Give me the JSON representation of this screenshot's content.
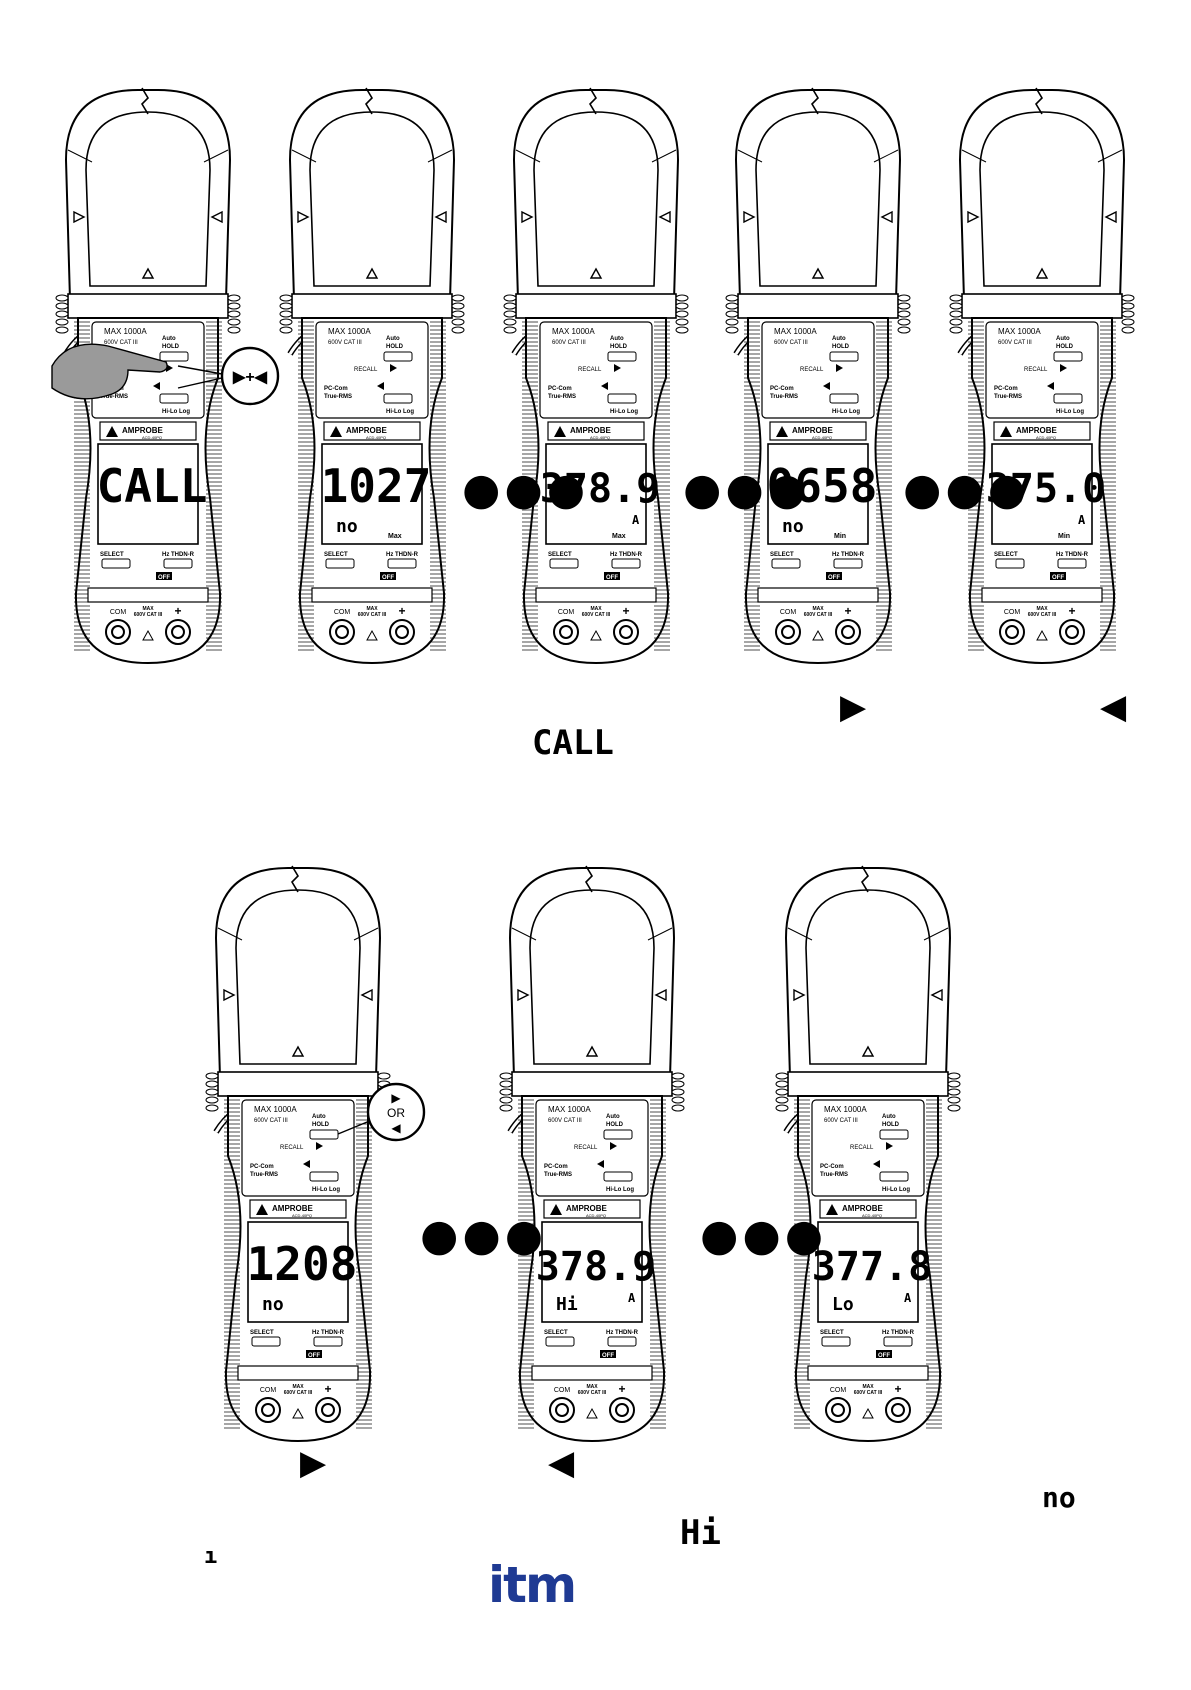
{
  "meter": {
    "max_rating": "MAX 1000A",
    "cat_rating": "600V CAT III",
    "auto_label": "Auto",
    "hold_label": "HOLD",
    "recall_label": "RECALL",
    "pc_com_label": "PC-Com",
    "true_rms_label": "True-RMS",
    "hilo_label": "Hi-Lo Log",
    "brand": "AMPROBE",
    "model": "ACD-40PQ",
    "select_label": "SELECT",
    "hz_label": "Hz THDN-R",
    "off_label": "OFF",
    "com_label": "COM",
    "jack_max_label": "MAX",
    "jack_cat_label": "600V CAT III",
    "plus_label": "+"
  },
  "top_row": [
    {
      "main": "CALL",
      "sub": "",
      "tag": "",
      "unit": "",
      "tilde": false,
      "press": "finger"
    },
    {
      "main": "1027",
      "sub": "no",
      "tag": "Max",
      "unit": "",
      "tilde": false,
      "press": ""
    },
    {
      "main": "378.9",
      "sub": "",
      "tag": "Max",
      "unit": "A",
      "tilde": true,
      "press": ""
    },
    {
      "main": "0658",
      "sub": "no",
      "tag": "Min",
      "unit": "",
      "tilde": false,
      "press": ""
    },
    {
      "main": "375.0",
      "sub": "",
      "tag": "Min",
      "unit": "A",
      "tilde": true,
      "press": ""
    }
  ],
  "bottom_row": [
    {
      "main": "1208",
      "sub": "no",
      "tag": "",
      "unit": "",
      "tilde": false,
      "press": "or"
    },
    {
      "main": "378.9",
      "sub": "Hi",
      "tag": "",
      "unit": "A",
      "tilde": true,
      "press": ""
    },
    {
      "main": "377.8",
      "sub": "Lo",
      "tag": "",
      "unit": "A",
      "tilde": true,
      "press": ""
    }
  ],
  "callouts": {
    "press_combo": "▶+◀",
    "press_or_top": "▶",
    "press_or_word": "OR",
    "press_or_bottom": "◀"
  },
  "ellipsis": "●●●",
  "glyphs": {
    "call": "CALL",
    "no": "no",
    "hi": "Hi",
    "tick": "ı"
  },
  "arrows": {
    "right": "▶",
    "left": "◀"
  },
  "logo_text": "itm",
  "colors": {
    "ink": "#000000",
    "logo": "#1f3a93"
  }
}
